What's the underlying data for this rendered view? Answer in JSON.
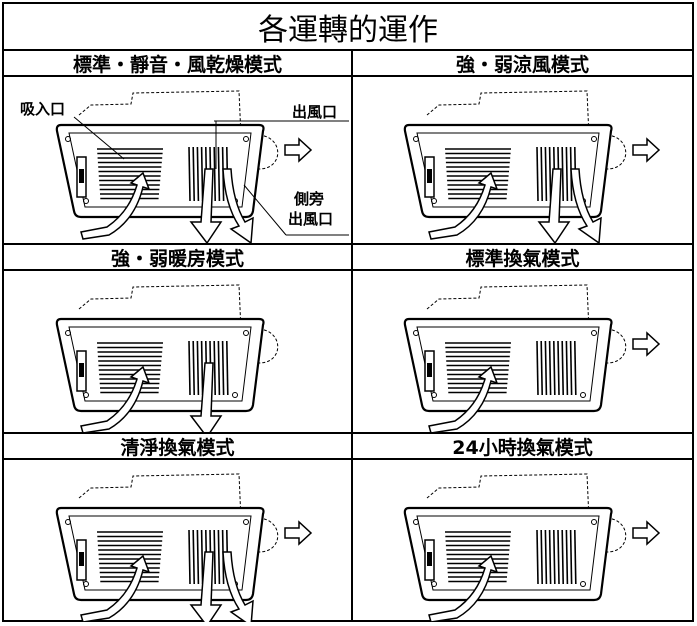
{
  "title": "各運轉的運作",
  "modes": [
    {
      "label": "標準・靜音・風乾燥模式"
    },
    {
      "label": "強・弱涼風模式"
    },
    {
      "label": "強・弱暖房模式"
    },
    {
      "label": "標準換氣模式"
    },
    {
      "label": "清淨換氣模式"
    },
    {
      "label": "24小時換氣模式"
    }
  ],
  "callouts": {
    "intake": "吸入口",
    "outlet": "出風口",
    "side_outlet_line1": "側旁",
    "side_outlet_line2": "出風口"
  }
}
